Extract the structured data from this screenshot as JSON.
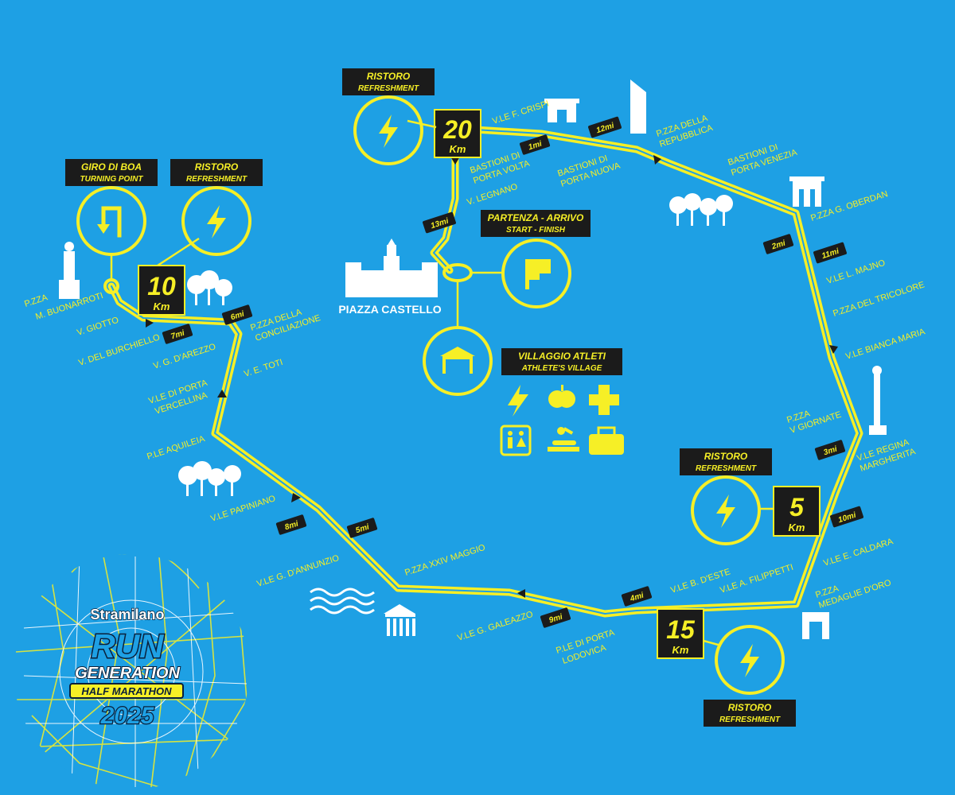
{
  "colors": {
    "background": "#1ea0e4",
    "route": "#f6ef26",
    "dark": "#1b1b1b",
    "white": "#ffffff"
  },
  "places": {
    "castello": "PIAZZA CASTELLO"
  },
  "info_boxes": {
    "turning": {
      "title": "GIRO DI BOA",
      "sub": "TURNING POINT",
      "icon": "u-turn-icon"
    },
    "ristoro_w": {
      "title": "RISTORO",
      "sub": "REFRESHMENT",
      "icon": "bolt-icon"
    },
    "ristoro_n": {
      "title": "RISTORO",
      "sub": "REFRESHMENT",
      "icon": "bolt-icon"
    },
    "start": {
      "title": "PARTENZA - ARRIVO",
      "sub": "START - FINISH",
      "icon": "flag-icon"
    },
    "village": {
      "title": "VILLAGGIO ATLETI",
      "sub": "ATHLETE'S VILLAGE",
      "icon": "tent-icon"
    },
    "ristoro_e": {
      "title": "RISTORO",
      "sub": "REFRESHMENT",
      "icon": "bolt-icon"
    },
    "ristoro_s": {
      "title": "RISTORO",
      "sub": "REFRESHMENT",
      "icon": "bolt-icon"
    }
  },
  "village_services": [
    "bolt-icon",
    "apple-icon",
    "first-aid-icon",
    "restroom-icon",
    "massage-icon",
    "bag-icon"
  ],
  "km_markers": {
    "k5": {
      "num": "5",
      "unit": "Km"
    },
    "k10": {
      "num": "10",
      "unit": "Km"
    },
    "k15": {
      "num": "15",
      "unit": "Km"
    },
    "k20": {
      "num": "20",
      "unit": "Km"
    }
  },
  "mile_markers": {
    "m1": "1mi",
    "m2": "2mi",
    "m3": "3mi",
    "m4": "4mi",
    "m5": "5mi",
    "m6": "6mi",
    "m7": "7mi",
    "m8": "8mi",
    "m9": "9mi",
    "m10": "10mi",
    "m11": "11mi",
    "m12": "12mi",
    "m13": "13mi"
  },
  "streets": {
    "crispi": "V.LE F. CRISPI",
    "volta_1": "BASTIONI DI",
    "volta_2": "PORTA VOLTA",
    "nuova_1": "BASTIONI DI",
    "nuova_2": "PORTA NUOVA",
    "legnano": "V. LEGNANO",
    "repubblica_1": "P.ZZA DELLA",
    "repubblica_2": "REPUBBLICA",
    "venezia_1": "BASTIONI DI",
    "venezia_2": "PORTA VENEZIA",
    "oberdan": "P.ZZA G. OBERDAN",
    "majno": "V.LE L. MAJNO",
    "tricolore": "P.ZZA DEL TRICOLORE",
    "bianca": "V.LE BIANCA MARIA",
    "giornate_1": "P.ZZA",
    "giornate_2": "V GIORNATE",
    "regina_1": "V.LE REGINA",
    "regina_2": "MARGHERITA",
    "caldara": "V.LE E. CALDARA",
    "medaglie_1": "P.ZZA",
    "medaglie_2": "MEDAGLIE D'ORO",
    "filippetti": "V.LE A. FILIPPETTI",
    "este": "V.LE B. D'ESTE",
    "lodovica_1": "P.LE DI PORTA",
    "lodovica_2": "LODOVICA",
    "galeazzo": "V.LE G. GALEAZZO",
    "maggio": "P.ZZA XXIV MAGGIO",
    "annunzio": "V.LE G. D'ANNUNZIO",
    "papiniano": "V.LE PAPINIANO",
    "aquileia": "P.LE AQUILEIA",
    "vercellina_1": "V.LE DI PORTA",
    "vercellina_2": "VERCELLINA",
    "toti": "V. E. TOTI",
    "conciliazione_1": "P.ZZA DELLA",
    "conciliazione_2": "CONCILIAZIONE",
    "arezzo": "V. G. D'AREZZO",
    "burchiello": "V. DEL BURCHIELLO",
    "giotto": "V. GIOTTO",
    "buonarroti_1": "P.ZZA",
    "buonarroti_2": "M. BUONARROTI"
  },
  "logo": {
    "line1": "Stramilano",
    "line2": "RUN",
    "line3": "GENERATION",
    "line4": "HALF MARATHON",
    "line5": "2025"
  }
}
